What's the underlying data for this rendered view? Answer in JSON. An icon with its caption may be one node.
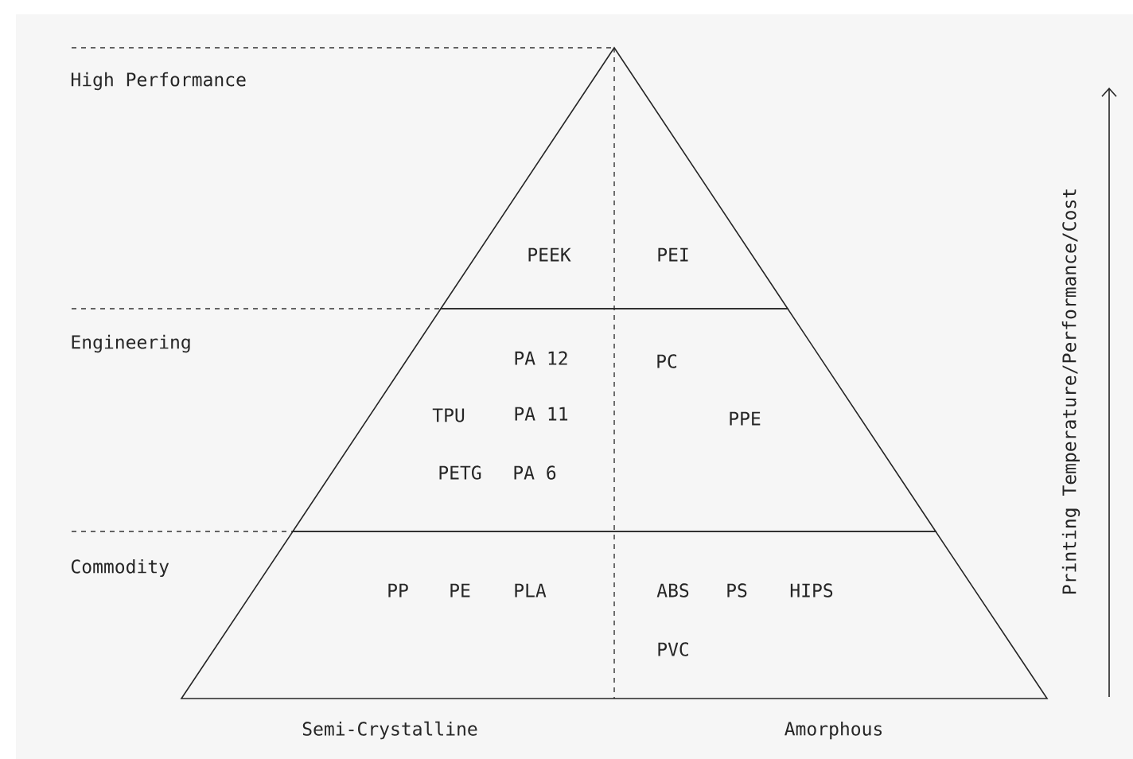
{
  "diagram": {
    "nodes": [
      {
        "text": [
          "PEEK",
          "PEI"
        ]
      },
      {
        "text": [
          "PA 12",
          "PC",
          "TPU",
          "PA 11",
          "PPE",
          "PETG",
          "PA 6"
        ]
      },
      {
        "text": [
          "PP",
          "PE",
          "PLA",
          "ABS",
          "PS",
          "HIPS",
          "PVC"
        ]
      }
    ],
    "labels": [
      "High Performance",
      "Engineering",
      "Commodity",
      "Printing Temperature/Performance/Cost",
      "Semi-Crystalline",
      "Amorphous"
    ]
  }
}
